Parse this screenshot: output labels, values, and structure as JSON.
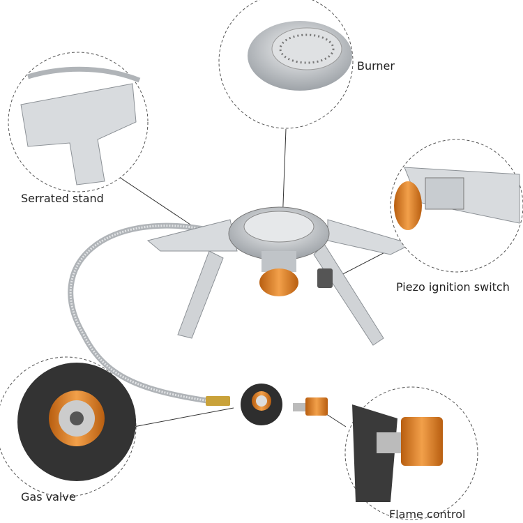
{
  "labels": {
    "burner": "Burner",
    "serrated_stand": "Serrated stand",
    "piezo": "Piezo ignition switch",
    "gas_valve": "Gas valve",
    "flame_control": "Flame control"
  },
  "colors": {
    "orange": "#e08a2a",
    "steel": "#c8ccd0",
    "dark": "#3a3a3a",
    "dash": "#555555"
  }
}
